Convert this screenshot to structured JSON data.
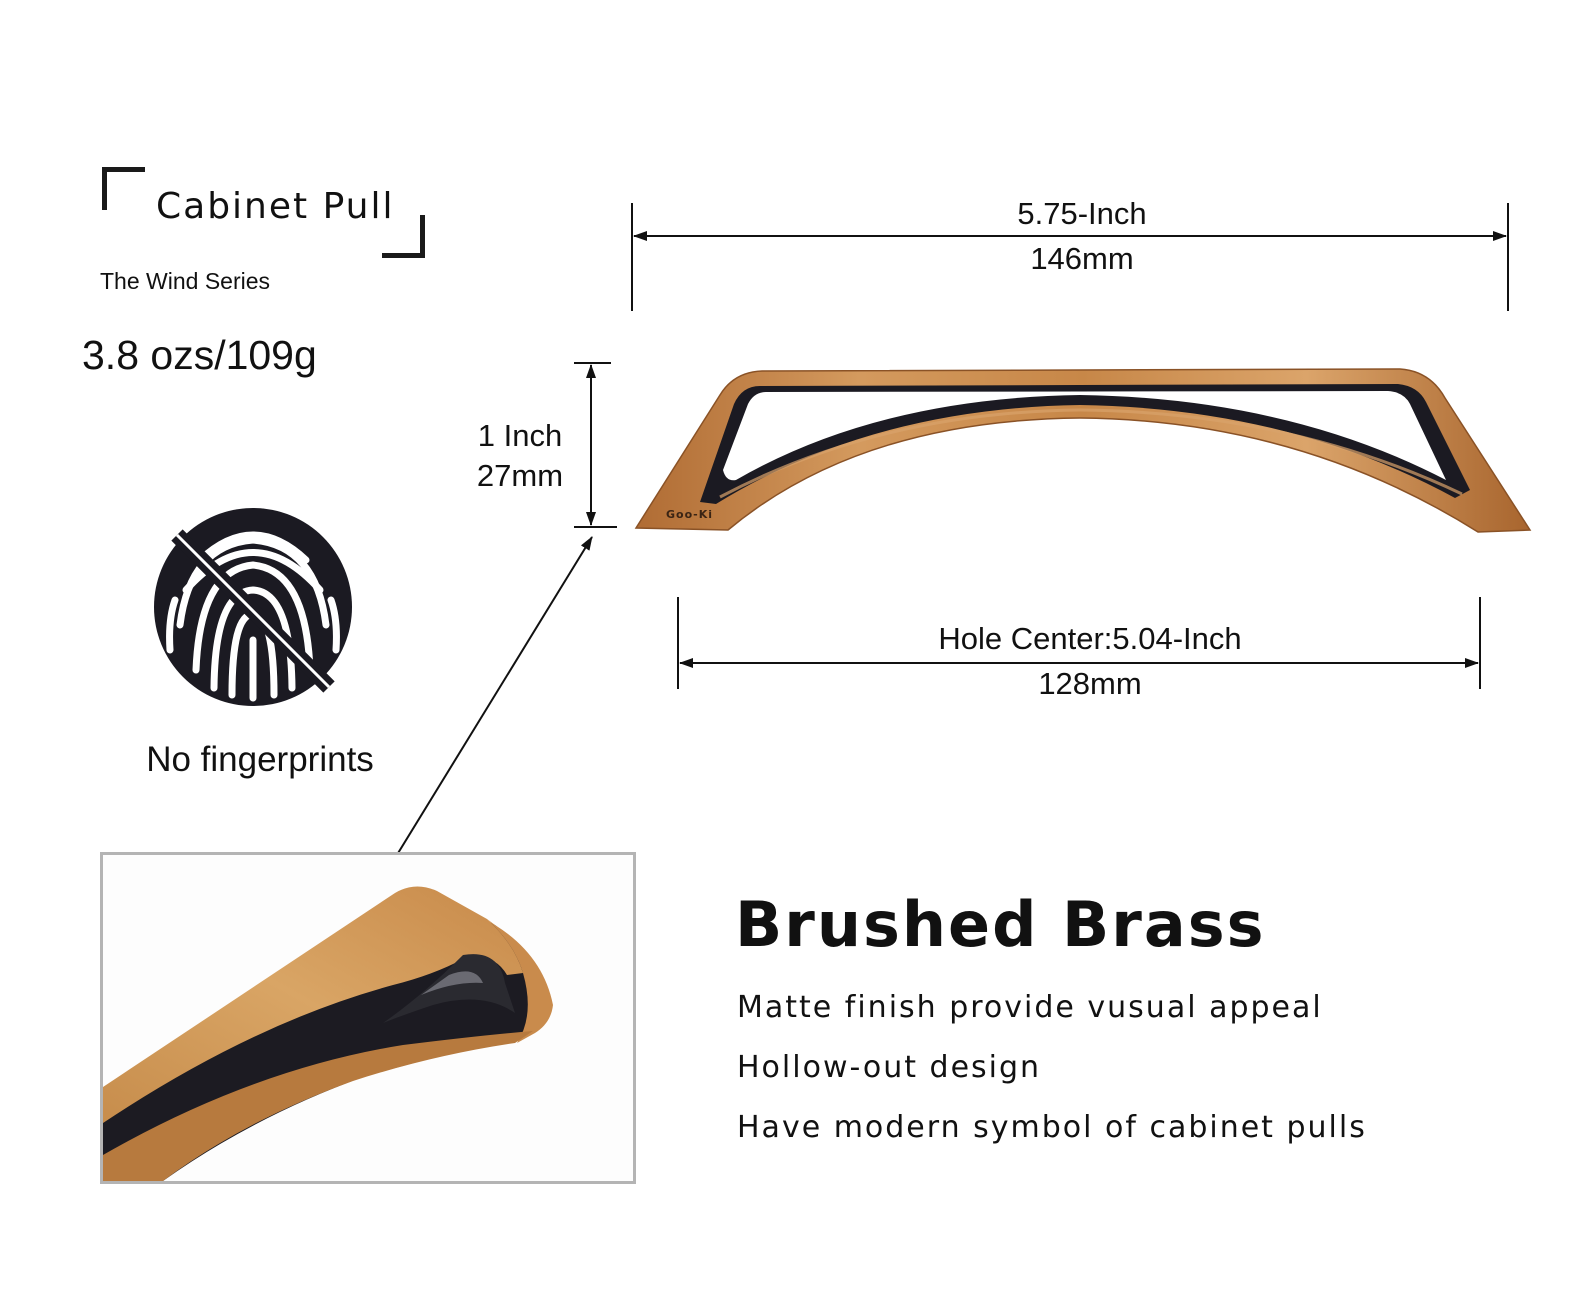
{
  "header": {
    "title": "Cabinet Pull",
    "series": "The Wind Series",
    "weight": "3.8 ozs/109g"
  },
  "dimensions": {
    "length_inch": "5.75-Inch",
    "length_mm": "146mm",
    "height_inch": "1 Inch",
    "height_mm": "27mm",
    "hole_center_inch": "Hole Center:5.04-Inch",
    "hole_center_mm": "128mm"
  },
  "badge": {
    "label": "No fingerprints",
    "icon": "no-fingerprint-icon"
  },
  "product": {
    "logo": "Goo-Ki",
    "finish_title": "Brushed Brass",
    "features": [
      "Matte finish provide vusual appeal",
      "Hollow-out design",
      "Have modern symbol of cabinet pulls"
    ]
  },
  "colors": {
    "brass": "#c98a4d",
    "dark": "#1b1a22"
  }
}
